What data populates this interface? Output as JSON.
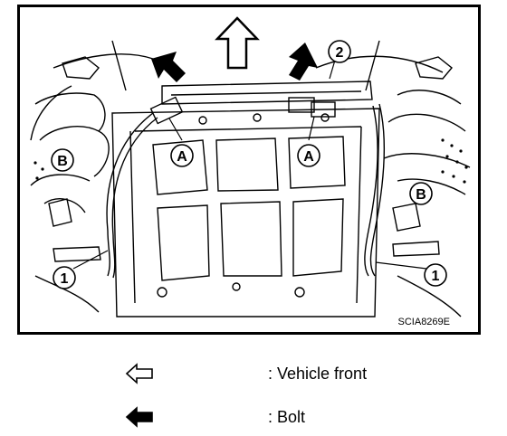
{
  "figure": {
    "code": "SCIA8269E",
    "callouts": {
      "one": "1",
      "two": "2",
      "a": "A",
      "b": "B"
    }
  },
  "legend": {
    "vehicle_front": ": Vehicle front",
    "bolt": ": Bolt"
  },
  "colors": {
    "ink": "#000000",
    "paper": "#ffffff"
  },
  "icons": [
    "outline-arrow-icon",
    "solid-arrow-icon"
  ]
}
